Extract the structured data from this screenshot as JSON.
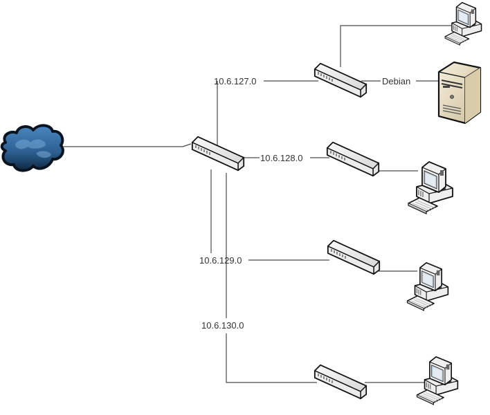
{
  "diagram": {
    "type": "network-topology",
    "nodes": {
      "internet": {
        "label": "",
        "icon": "cloud-icon",
        "color": "#2f5f8f"
      },
      "core_switch": {
        "label": "",
        "icon": "switch-icon"
      },
      "switch_127": {
        "label": "",
        "icon": "switch-icon"
      },
      "switch_128": {
        "label": "",
        "icon": "switch-icon"
      },
      "switch_129": {
        "label": "",
        "icon": "switch-icon"
      },
      "switch_130": {
        "label": "",
        "icon": "switch-icon"
      },
      "workstation_127": {
        "label": "",
        "icon": "workstation-icon"
      },
      "server_debian": {
        "label": "",
        "icon": "server-tower-icon",
        "color": "#e8dcc0"
      },
      "workstation_128": {
        "label": "",
        "icon": "workstation-icon"
      },
      "workstation_129": {
        "label": "",
        "icon": "workstation-icon"
      },
      "workstation_130": {
        "label": "",
        "icon": "workstation-icon"
      }
    },
    "labels": {
      "subnet_127": "10.6.127.0",
      "subnet_128": "10.6.128.0",
      "subnet_129": "10.6.129.0",
      "subnet_130": "10.6.130.0",
      "debian": "Debian"
    },
    "edges": [
      {
        "from": "internet",
        "to": "core_switch"
      },
      {
        "from": "core_switch",
        "to": "switch_127",
        "label": "10.6.127.0"
      },
      {
        "from": "core_switch",
        "to": "switch_128",
        "label": "10.6.128.0"
      },
      {
        "from": "core_switch",
        "to": "switch_129",
        "label": "10.6.129.0"
      },
      {
        "from": "core_switch",
        "to": "switch_130",
        "label": "10.6.130.0"
      },
      {
        "from": "switch_127",
        "to": "workstation_127"
      },
      {
        "from": "switch_127",
        "to": "server_debian",
        "label": "Debian"
      },
      {
        "from": "switch_128",
        "to": "workstation_128"
      },
      {
        "from": "switch_129",
        "to": "workstation_129"
      },
      {
        "from": "switch_130",
        "to": "workstation_130"
      }
    ]
  }
}
